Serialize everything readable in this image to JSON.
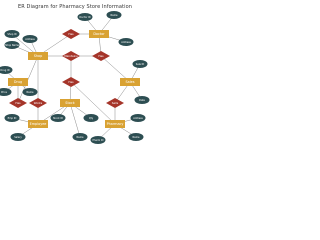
{
  "title": "ER Diagram for Pharmacy Store Information",
  "colors": {
    "entity": "#d9a233",
    "relationship": "#a5352a",
    "attribute": "#2d4e52",
    "line": "#8a8a8a",
    "label": "#ffffff"
  },
  "entities": [
    {
      "label": "Shop"
    },
    {
      "label": "Doctor"
    },
    {
      "label": "Sales"
    },
    {
      "label": "Stock"
    },
    {
      "label": "Employee"
    },
    {
      "label": "Pharmacy"
    },
    {
      "label": "Drug"
    }
  ],
  "relationships": [
    {
      "label": "Has"
    },
    {
      "label": "Maintains"
    },
    {
      "label": "Has"
    },
    {
      "label": "Has"
    },
    {
      "label": "Works"
    },
    {
      "label": "Sells"
    },
    {
      "label": "Has"
    }
  ],
  "attributes": [
    {
      "label": "Shop ID"
    },
    {
      "label": "Shop Name"
    },
    {
      "label": "Address"
    },
    {
      "label": "Doctor ID"
    },
    {
      "label": "Name"
    },
    {
      "label": "Address"
    },
    {
      "label": "Sale ID"
    },
    {
      "label": "Date"
    },
    {
      "label": "Stock ID"
    },
    {
      "label": "Qty"
    },
    {
      "label": "Name"
    },
    {
      "label": "Emp ID"
    },
    {
      "label": "Salary"
    },
    {
      "label": "Pharm ID"
    },
    {
      "label": "Name"
    },
    {
      "label": "Address"
    },
    {
      "label": "Drug ID"
    },
    {
      "label": "Price"
    },
    {
      "label": "Name"
    }
  ]
}
